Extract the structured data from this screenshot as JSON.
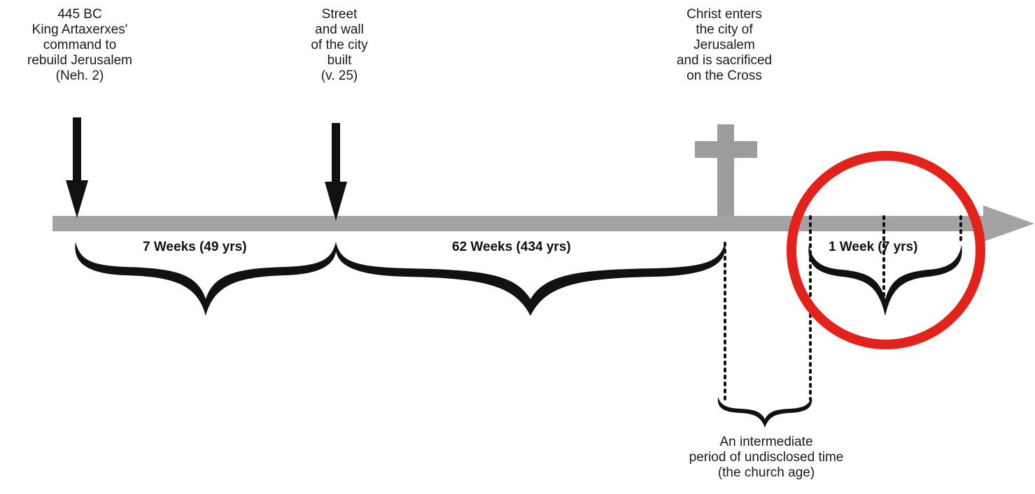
{
  "events": {
    "decree": "445 BC\nKing Artaxerxes'\ncommand to\nrebuild Jerusalem\n(Neh. 2)",
    "wall": "Street\nand wall\nof the city\nbuilt\n(v. 25)",
    "cross": "Christ enters\nthe city of\nJerusalem\nand is sacrificed\non the Cross"
  },
  "periods": {
    "seven_weeks": "7 Weeks (49 yrs)",
    "sixty_two_weeks": "62 Weeks (434 yrs)",
    "one_week": "1 Week (7 yrs)"
  },
  "gap": {
    "label": "An intermediate\nperiod of undisclosed time\n(the church age)"
  },
  "colors": {
    "timeline": "#a3a3a3",
    "cross": "#9c9c9c",
    "ink": "#111111",
    "highlight_circle": "#e3231b"
  }
}
